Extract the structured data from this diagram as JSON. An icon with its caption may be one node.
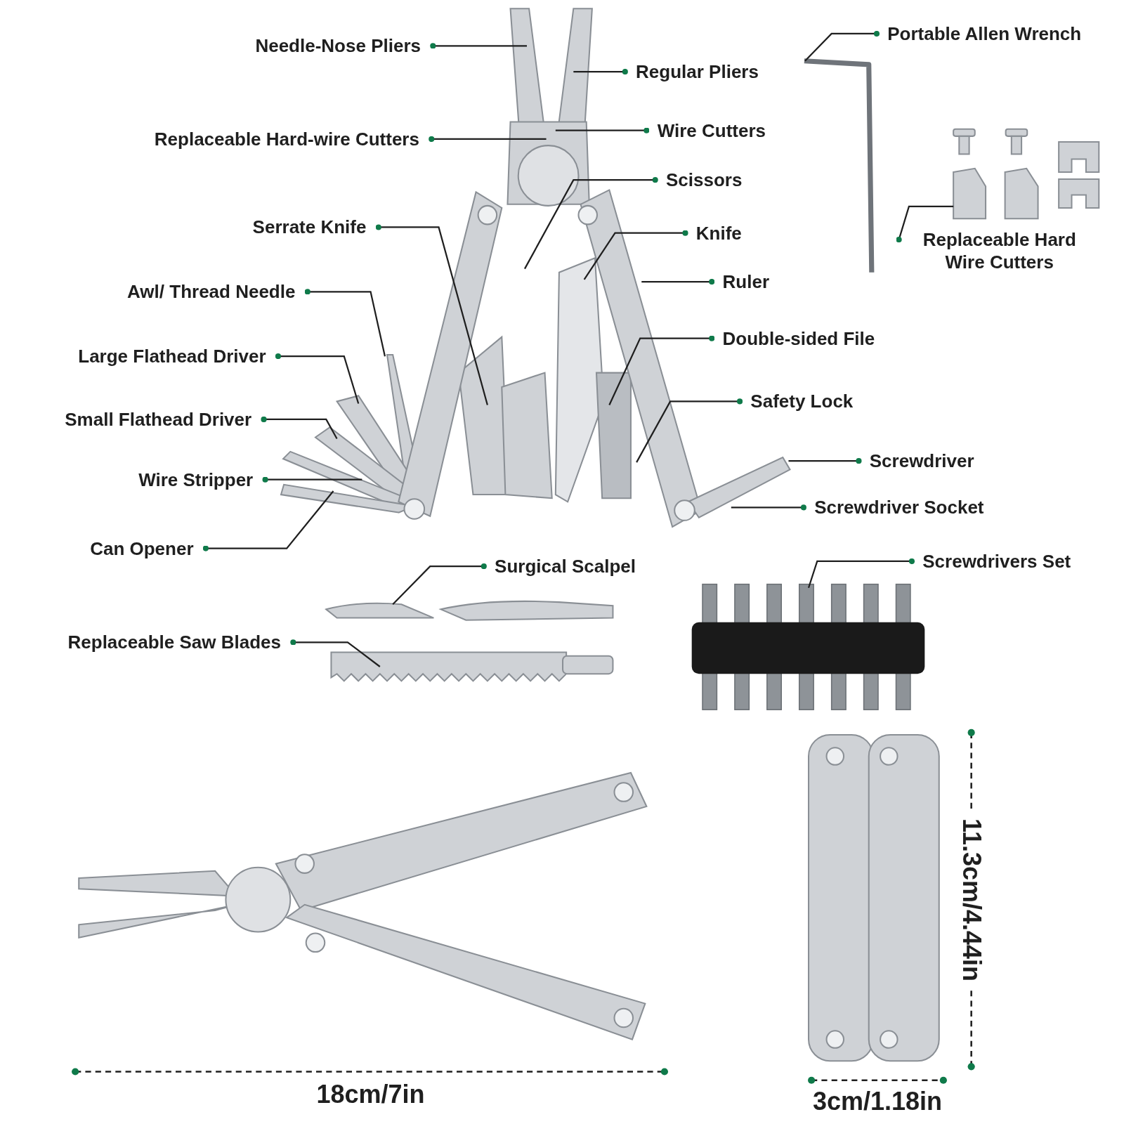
{
  "diagram": {
    "nodes": [
      {
        "text": [
          "Portable Allen Wrench"
        ]
      },
      {
        "text": [
          "Needle-Nose Pliers"
        ]
      },
      {
        "text": [
          "Regular Pliers"
        ]
      },
      {
        "text": [
          "Wire Cutters"
        ]
      },
      {
        "text": [
          "Replaceable Hard-wire Cutters"
        ]
      },
      {
        "text": [
          "Scissors"
        ]
      },
      {
        "text": [
          "Serrate Knife"
        ]
      },
      {
        "text": [
          "Knife"
        ]
      },
      {
        "text": [
          "Replaceable Hard Wire Cutters"
        ]
      },
      {
        "text": [
          "Ruler"
        ]
      },
      {
        "text": [
          "Awl/ Thread Needle"
        ]
      },
      {
        "text": [
          "Double-sided File"
        ]
      },
      {
        "text": [
          "Large Flathead Driver"
        ]
      },
      {
        "text": [
          "Safety Lock"
        ]
      },
      {
        "text": [
          "Small Flathead Driver"
        ]
      },
      {
        "text": [
          "Screwdriver"
        ]
      },
      {
        "text": [
          "Wire Stripper"
        ]
      },
      {
        "text": [
          "Screwdriver Socket"
        ]
      },
      {
        "text": [
          "Can Opener"
        ]
      },
      {
        "text": [
          "Screwdrivers Set"
        ]
      },
      {
        "text": [
          "Surgical Scalpel"
        ]
      },
      {
        "text": [
          "Replaceable Saw Blades"
        ]
      },
      {
        "text": [],
        "shape": "picture"
      }
    ],
    "edges": [
      {
        "from": 0,
        "to": 22,
        "arrow": "other"
      },
      {
        "from": 1,
        "to": null,
        "arrow": "other"
      },
      {
        "from": 2,
        "to": null,
        "arrow": "other"
      },
      {
        "from": 3,
        "to": null,
        "arrow": "other"
      },
      {
        "from": 4,
        "to": null,
        "arrow": "other"
      },
      {
        "from": 5,
        "to": null,
        "arrow": "other"
      },
      {
        "from": 6,
        "to": null,
        "arrow": "other"
      },
      {
        "from": 7,
        "to": null,
        "arrow": "other"
      },
      {
        "from": 8,
        "to": null,
        "arrow": "other"
      },
      {
        "from": 9,
        "to": null,
        "arrow": "other"
      },
      {
        "from": 10,
        "to": null,
        "arrow": "other"
      },
      {
        "from": 11,
        "to": null,
        "arrow": "other"
      },
      {
        "from": 12,
        "to": null,
        "arrow": "other"
      },
      {
        "from": 13,
        "to": null,
        "arrow": "other"
      },
      {
        "from": 14,
        "to": null,
        "arrow": "other"
      },
      {
        "from": 15,
        "to": null,
        "arrow": "other"
      },
      {
        "from": 16,
        "to": null,
        "arrow": "other"
      },
      {
        "from": 17,
        "to": null,
        "arrow": "other"
      },
      {
        "from": 18,
        "to": null,
        "arrow": "other"
      },
      {
        "from": 19,
        "to": null,
        "arrow": "other"
      },
      {
        "from": 20,
        "to": null,
        "arrow": "other"
      },
      {
        "from": 21,
        "to": null,
        "arrow": "other"
      }
    ],
    "labels": [
      "18cm/7in",
      "11.3cm/4.44in",
      "3cm/1.18in"
    ]
  }
}
